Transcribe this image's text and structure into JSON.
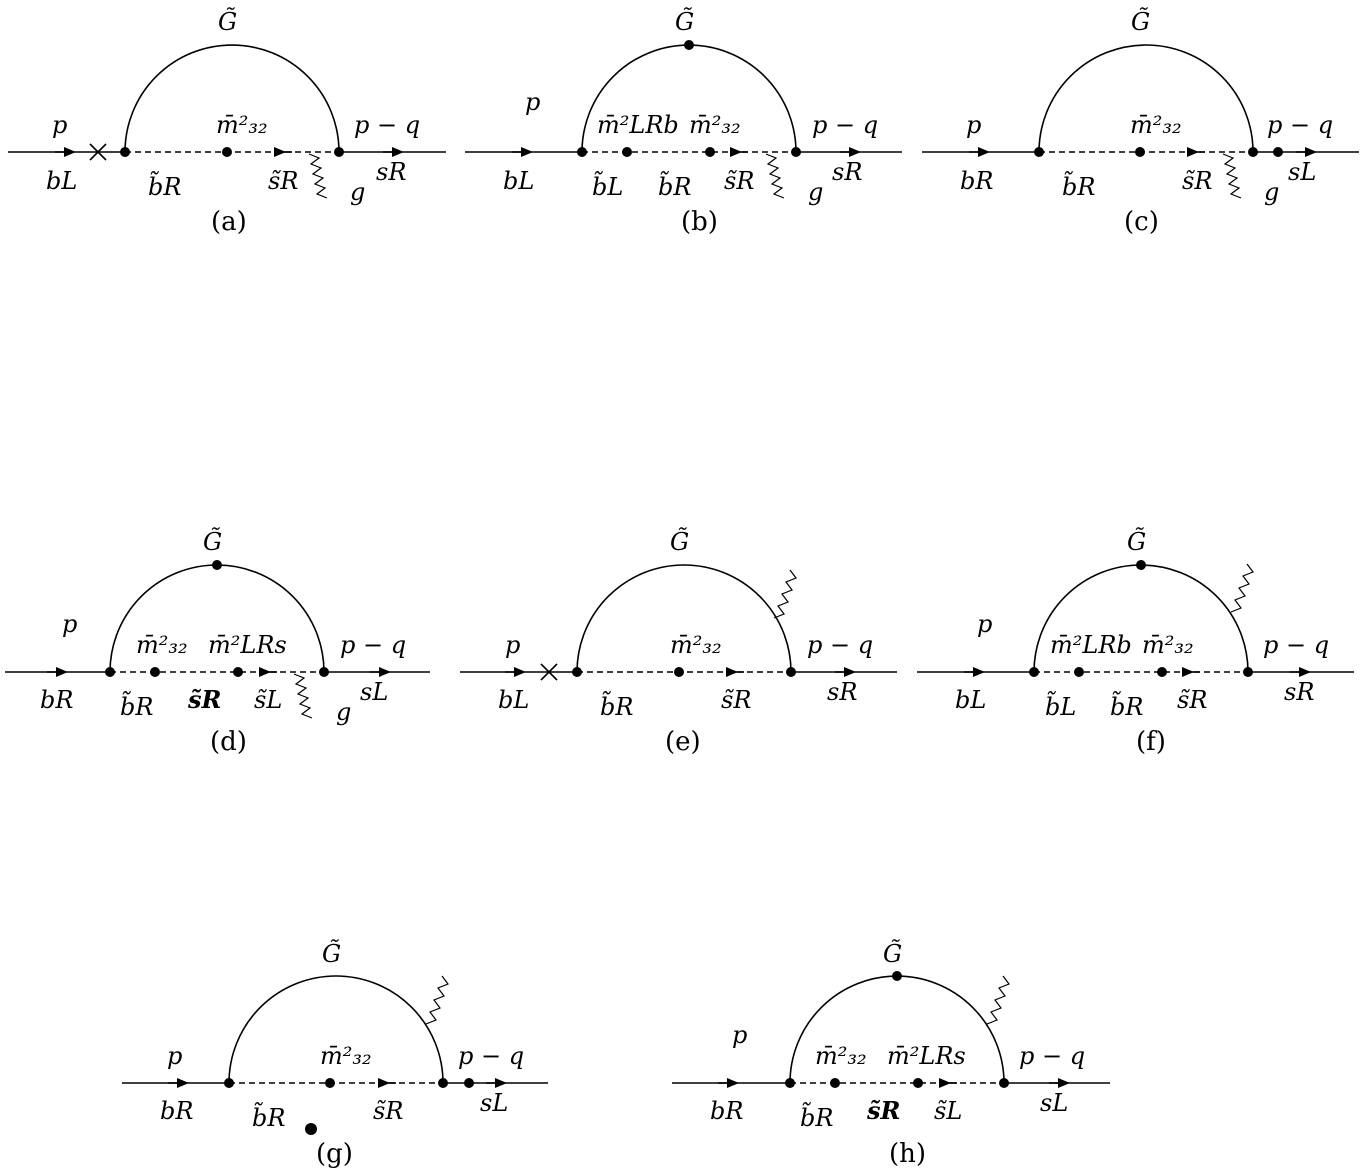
{
  "labels": {
    "gluino": "G̃",
    "momentum_in": "p",
    "momentum_out": "p − q",
    "mass_insertion_32": "m̄²₃₂",
    "mass_insertion_LRb": "m̄²LRb",
    "mass_insertion_LRs": "m̄²LRs",
    "gluon": "g"
  },
  "diagrams": [
    {
      "caption": "(a)",
      "in": "bL",
      "b_squark": "b̃R",
      "s_squark": "s̃R",
      "out": "sR"
    },
    {
      "caption": "(b)",
      "in": "bL",
      "b_squark": "b̃L",
      "b_squark_2": "b̃R",
      "s_squark": "s̃R",
      "out": "sR"
    },
    {
      "caption": "(c)",
      "in": "bR",
      "b_squark": "b̃R",
      "s_squark": "s̃R",
      "out": "sL"
    },
    {
      "caption": "(d)",
      "in": "bR",
      "b_squark": "b̃R",
      "s_squark_mid": "s̃R",
      "s_squark": "s̃L",
      "out": "sL"
    },
    {
      "caption": "(e)",
      "in": "bL",
      "b_squark": "b̃R",
      "s_squark": "s̃R",
      "out": "sR"
    },
    {
      "caption": "(f)",
      "in": "bL",
      "b_squark": "b̃L",
      "b_squark_2": "b̃R",
      "s_squark": "s̃R",
      "out": "sR"
    },
    {
      "caption": "(g)",
      "in": "bR",
      "b_squark": "b̃R",
      "s_squark": "s̃R",
      "out": "sL"
    },
    {
      "caption": "(h)",
      "in": "bR",
      "b_squark": "b̃R",
      "s_squark_mid": "s̃R",
      "s_squark": "s̃L",
      "out": "sL"
    }
  ]
}
